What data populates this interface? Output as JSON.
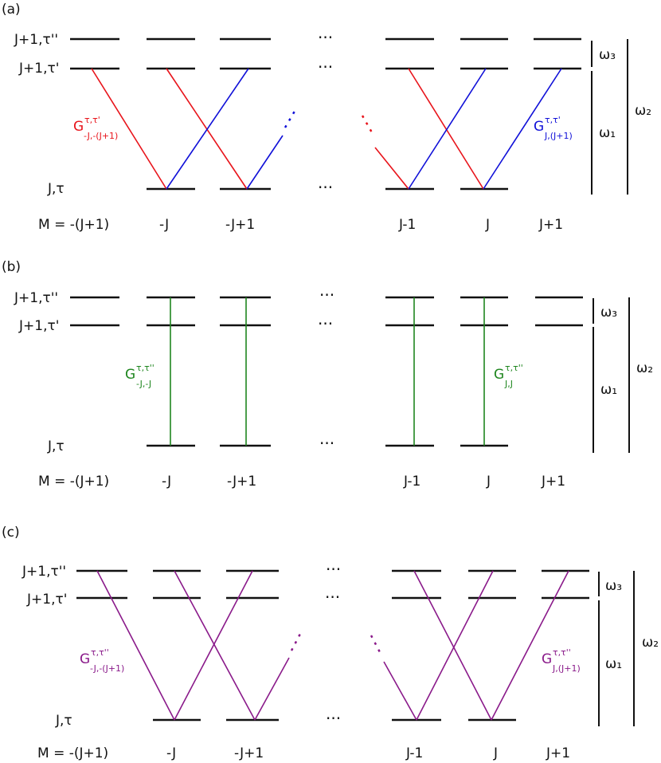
{
  "colors": {
    "red": "#e8141b",
    "blue": "#1010d8",
    "green": "#1f861f",
    "purple": "#8a1a8a",
    "black": "#111111"
  },
  "panels": [
    {
      "id": "a",
      "label": "(a)",
      "levels": {
        "upper2": "J+1,τ''",
        "upper1": "J+1,τ'",
        "lower": "J,τ"
      },
      "m_label": "M = -(J+1)",
      "m_values": [
        "-J",
        "-J+1",
        "J-1",
        "J",
        "J+1"
      ],
      "ellipsis": "···",
      "transition_label_left": {
        "main": "G",
        "sup": "τ,τ'",
        "sub": "-J,-(J+1)"
      },
      "transition_label_right": {
        "main": "G",
        "sup": "τ,τ'",
        "sub": "J,(J+1)"
      },
      "omega3": "ω₃",
      "omega1": "ω₁",
      "omega2": "ω₂"
    },
    {
      "id": "b",
      "label": "(b)",
      "levels": {
        "upper2": "J+1,τ''",
        "upper1": "J+1,τ'",
        "lower": "J,τ"
      },
      "m_label": "M = -(J+1)",
      "m_values": [
        "-J",
        "-J+1",
        "J-1",
        "J",
        "J+1"
      ],
      "ellipsis": "···",
      "transition_label_left": {
        "main": "G",
        "sup": "τ,τ''",
        "sub": "-J,-J"
      },
      "transition_label_right": {
        "main": "G",
        "sup": "τ,τ''",
        "sub": "J,J"
      },
      "omega3": "ω₃",
      "omega1": "ω₁",
      "omega2": "ω₂"
    },
    {
      "id": "c",
      "label": "(c)",
      "levels": {
        "upper2": "J+1,τ''",
        "upper1": "J+1,τ'",
        "lower": "J,τ"
      },
      "m_label": "M = -(J+1)",
      "m_values": [
        "-J",
        "-J+1",
        "J-1",
        "J",
        "J+1"
      ],
      "ellipsis": "···",
      "transition_label_left": {
        "main": "G",
        "sup": "τ,τ''",
        "sub": "-J,-(J+1)"
      },
      "transition_label_right": {
        "main": "G",
        "sup": "τ,τ''",
        "sub": "J,(J+1)"
      },
      "omega3": "ω₃",
      "omega1": "ω₁",
      "omega2": "ω₂"
    }
  ]
}
